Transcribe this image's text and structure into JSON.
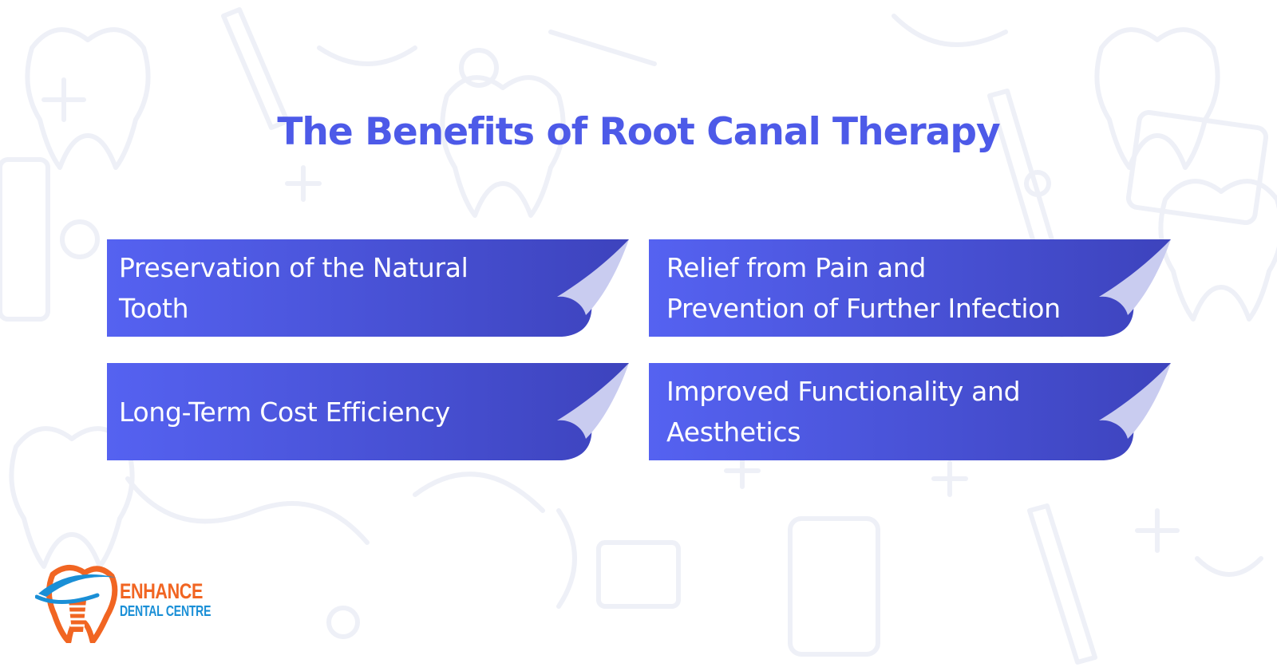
{
  "title": "The Benefits of Root Canal Therapy",
  "benefits": [
    {
      "line1": "Preservation of the Natural",
      "line2": "Tooth"
    },
    {
      "line1": "Relief from Pain and",
      "line2": "Prevention of Further Infection"
    },
    {
      "line1": "Long-Term Cost Efficiency",
      "line2": ""
    },
    {
      "line1": "Improved Functionality and",
      "line2": "Aesthetics"
    }
  ],
  "logo": {
    "name_line1": "ENHANCE",
    "name_line2": "DENTAL CENTRE"
  },
  "colors": {
    "title": "#4d5ae8",
    "card_start": "#5462f0",
    "card_end": "#3e44bf",
    "fold": "#c9ccf0",
    "logo_orange": "#f16522",
    "logo_blue": "#1a8fd6"
  }
}
